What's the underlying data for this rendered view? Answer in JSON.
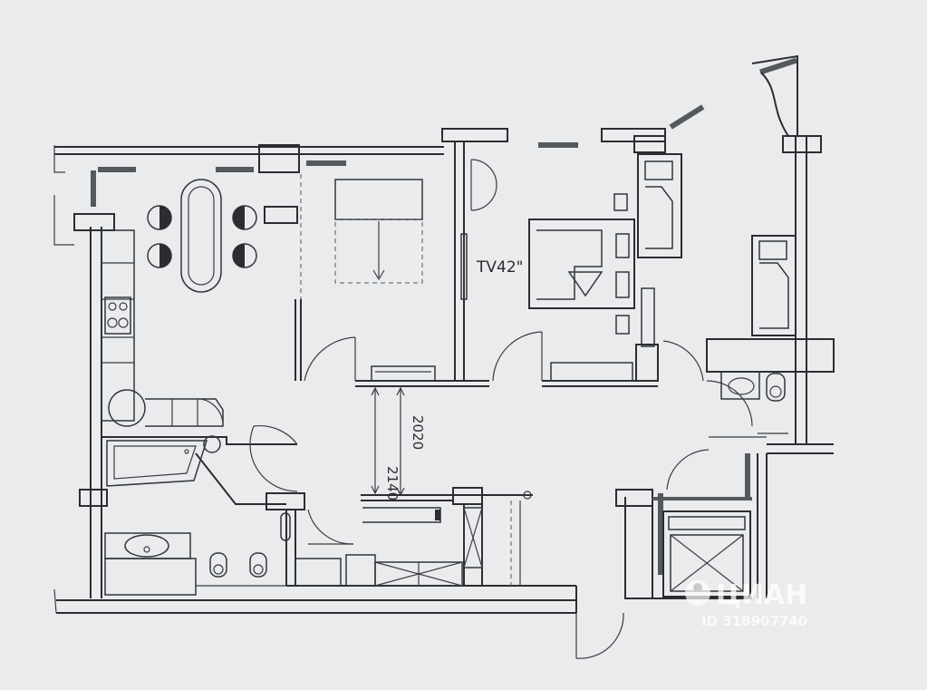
{
  "labels": {
    "tv": "TV42\"",
    "dim_outer": "2140",
    "dim_inner": "2020"
  },
  "watermark": {
    "brand": "ЦИАН",
    "id_text": "ID 318907740"
  },
  "colors": {
    "paper": "#e9ebed",
    "ink": "#2b2d30",
    "hatch": "#55585c"
  }
}
